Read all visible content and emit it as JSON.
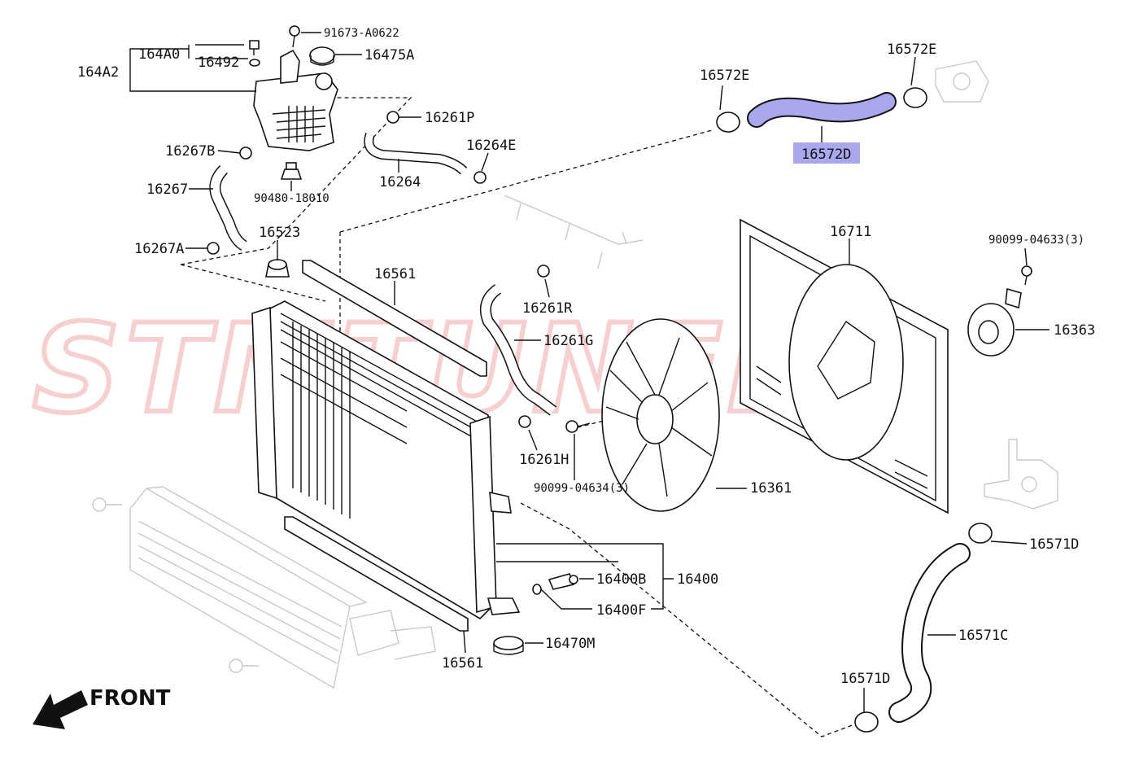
{
  "watermark": "STMTUNED",
  "direction_label": "FRONT",
  "highlight_color": "#a9a8ee",
  "callouts": {
    "p164A2": "164A2",
    "p164A0": "164A0",
    "p16492": "16492",
    "p91673": "91673-A0622",
    "p16475A": "16475A",
    "p16261P": "16261P",
    "p16267B": "16267B",
    "p90480": "90480-18010",
    "p16264": "16264",
    "p16264E": "16264E",
    "p16267": "16267",
    "p16267A": "16267A",
    "p16523": "16523",
    "p16561_top": "16561",
    "p16561_bot": "16561",
    "p16261R": "16261R",
    "p16261G": "16261G",
    "p16261H": "16261H",
    "p90099_04634": "90099-04634(3)",
    "p16572E_left": "16572E",
    "p16572E_right": "16572E",
    "p16572D": "16572D",
    "p16711": "16711",
    "p90099_04633": "90099-04633(3)",
    "p16363": "16363",
    "p16361": "16361",
    "p16400B": "16400B",
    "p16400": "16400",
    "p16400F": "16400F",
    "p16470M": "16470M",
    "p16571D_top": "16571D",
    "p16571C": "16571C",
    "p16571D_bot": "16571D"
  }
}
